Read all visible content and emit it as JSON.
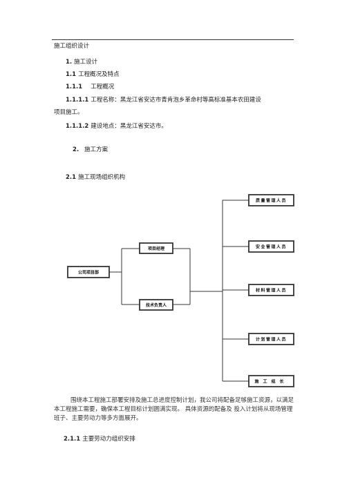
{
  "doc": {
    "header": "施工组织设计",
    "h1_num": "1.",
    "h1_text": "施工设计",
    "h11_num": "1.1",
    "h11_text": "工程概况及特点",
    "h111_num": "1.1.1",
    "h111_text": "工程概况",
    "h1111_num": "1.1.1.1",
    "h1111_text": "工程名称：黑龙江省安达市青肯泡乡革命村等高标准基本农田建设",
    "h1111_cont": "项目施工。",
    "h1112_num": "1.1.1.2",
    "h1112_text": "建设地点：黑龙江省安达市。",
    "h2_num": "2.",
    "h2_text": "施工方案",
    "h21_num": "2.1",
    "h21_text": "施工现场组织机构",
    "para": "围绕本工程施工部署安排及施工总进度控制计划，我公司将配备足够施工资源，以满足本工程施工需要，确保本工程目标计划圆满实现。  具体资源的配备及 投入计划将从现场管理班子、主要劳动力等多方面展开。",
    "h211_num": "2.1.1",
    "h211_text": "主要劳动力组织安排"
  },
  "org": {
    "company": "公司项目部",
    "project_manager": "项目经理",
    "tech_lead": "技术负责人",
    "quality": "质量管理人员",
    "safety": "安全管理人员",
    "materials": "材料管理人员",
    "planning": "计划管理人员",
    "foreman": "施工组长"
  }
}
